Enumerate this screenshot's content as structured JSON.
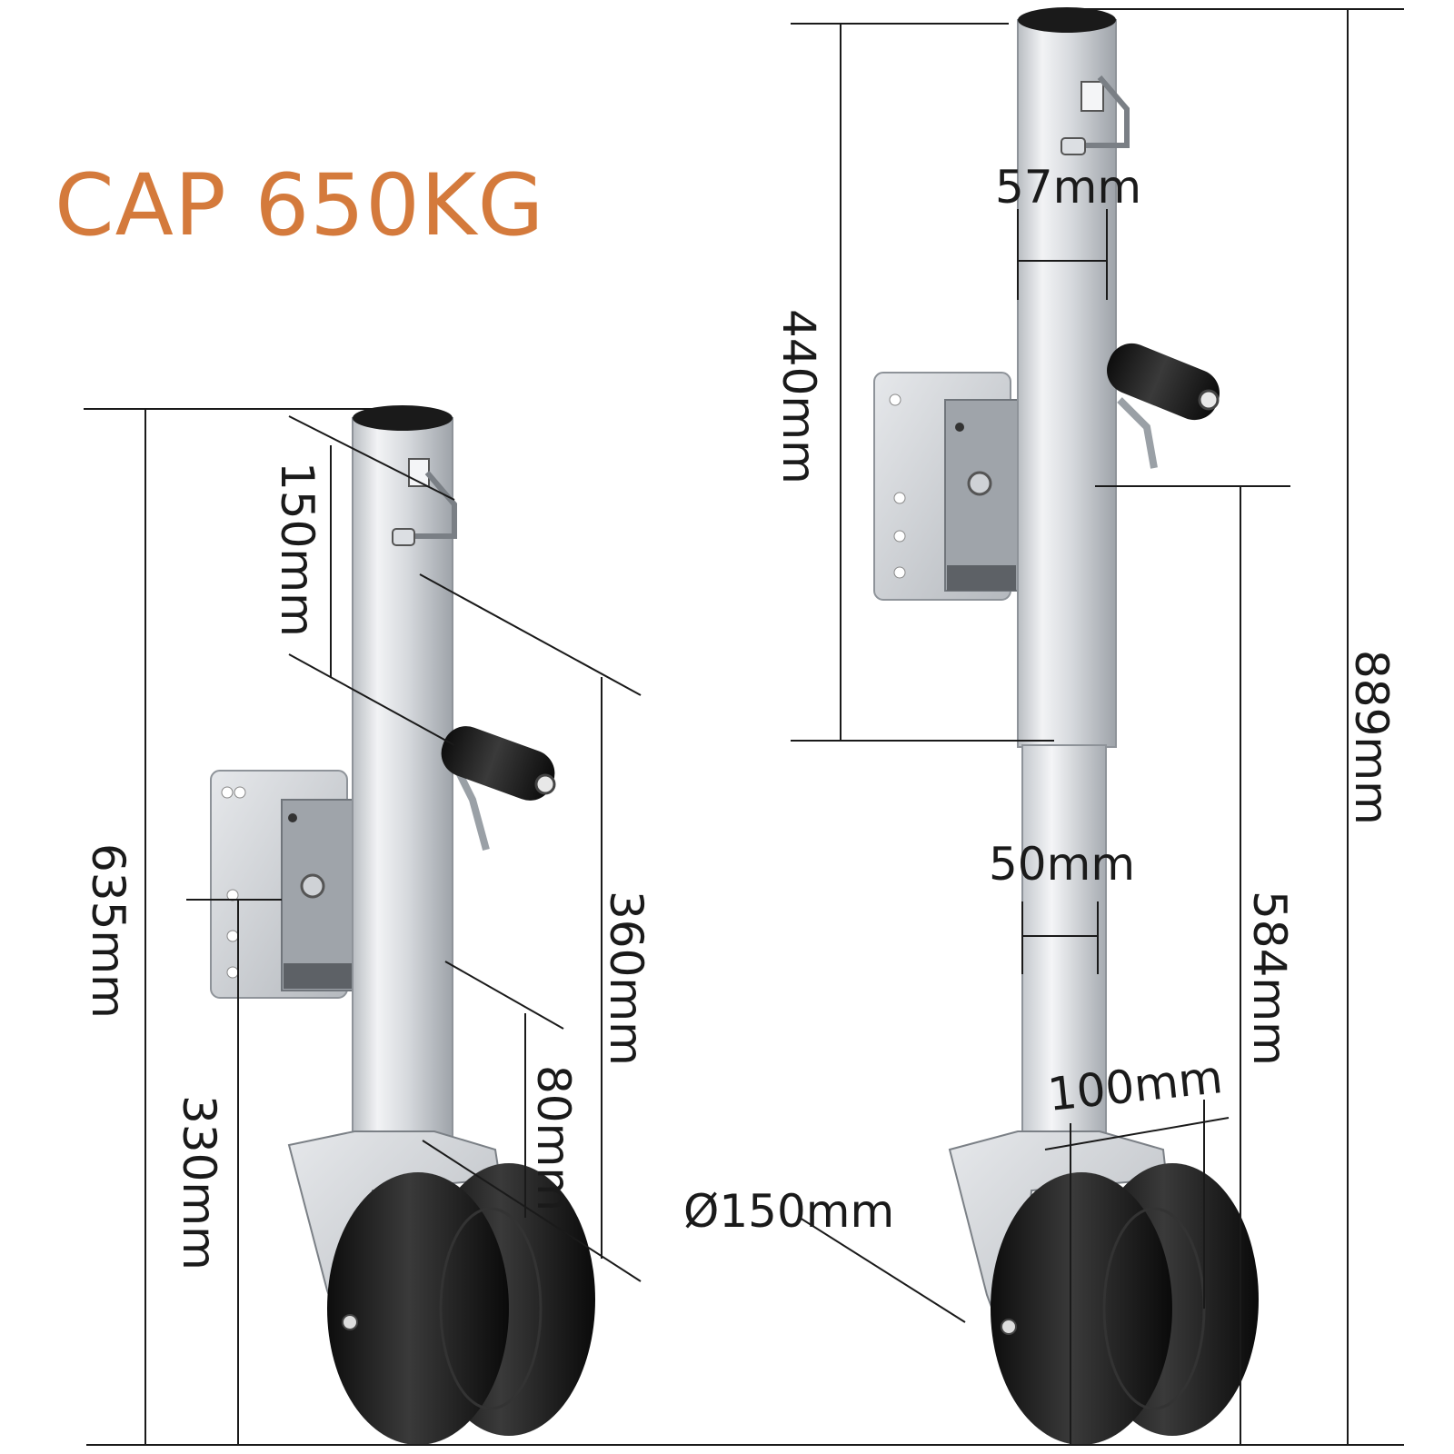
{
  "title": "CAP 650KG",
  "colors": {
    "title": "#d47a3c",
    "steel_light": "#e9ebee",
    "steel_mid": "#c3c7cc",
    "steel_dark": "#8e9399",
    "rubber": "#151515",
    "line": "#1a1a1a"
  },
  "left_jack": {
    "dim_total": "635mm",
    "dim_top": "150mm",
    "dim_upper": "360mm",
    "dim_mount": "330mm",
    "dim_lower": "80mm"
  },
  "right_jack": {
    "dim_upper": "440mm",
    "dim_total": "889mm",
    "dim_lower": "584mm",
    "dim_outer_tube": "57mm",
    "dim_inner_tube": "50mm",
    "dim_wheel_width": "100mm",
    "dim_wheel_dia": "Ø150mm"
  }
}
